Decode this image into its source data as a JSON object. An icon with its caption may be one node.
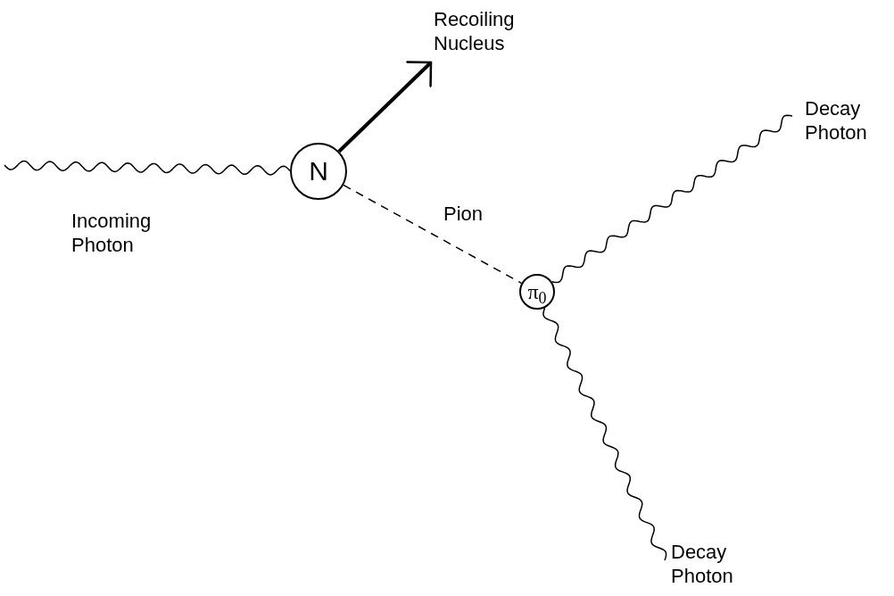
{
  "diagram": {
    "nodes": [
      {
        "text": [
          "N"
        ]
      },
      {
        "text": [
          "π$_{0}$"
        ]
      },
      {
        "text": [
          "Recoiling Nucleus"
        ]
      },
      {
        "text": [
          "Decay Photon"
        ]
      },
      {
        "text": [
          "Decay Photon"
        ]
      }
    ],
    "edges": [
      {
        "from": null,
        "to": 0,
        "arrow": "none",
        "label": "Incoming Photon"
      },
      {
        "from": 0,
        "to": 2,
        "arrow": "to",
        "style": "thick"
      },
      {
        "from": 0,
        "to": 1,
        "arrow": "none",
        "style": "dashed",
        "label": "Pion"
      },
      {
        "from": 1,
        "to": 3,
        "arrow": "none"
      },
      {
        "from": 1,
        "to": 4,
        "arrow": "none"
      }
    ]
  }
}
